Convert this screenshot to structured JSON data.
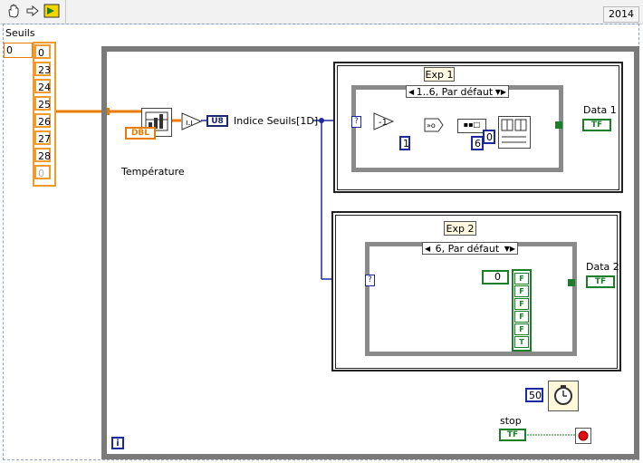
{
  "toolbar": {
    "icons": [
      "hand-icon",
      "arrow-icon",
      "run-highlight-icon"
    ],
    "version_tab": "2014"
  },
  "seuils": {
    "label": "Seuils",
    "index": "0",
    "values": [
      "0",
      "23",
      "24",
      "25",
      "26",
      "27",
      "28",
      "0"
    ]
  },
  "temperature": {
    "label": "Température",
    "type": "DBL"
  },
  "u8_label": "U8",
  "indice_label": "Indice Seuils[1D]",
  "exp1": {
    "title": "Exp 1",
    "case_selector": "1..6, Par défaut",
    "const_1": "1",
    "const_6": "6",
    "const_0": "0",
    "indicator_label": "Data 1",
    "indicator_type": "TF"
  },
  "exp2": {
    "title": "Exp 2",
    "case_selector": "6, Par défaut",
    "array_index": "0",
    "bool_values": [
      "F",
      "F",
      "F",
      "F",
      "F",
      "T"
    ],
    "indicator_label": "Data 2",
    "indicator_type": "TF"
  },
  "wait": {
    "ms": "50"
  },
  "stop": {
    "label": "stop",
    "type": "TF"
  },
  "iteration": "i",
  "colors": {
    "orange_wire": "#e87b00",
    "blue_wire": "#1c2a9e",
    "bool_green": "#1a7f28",
    "frame_gray": "#7a7a7a"
  }
}
